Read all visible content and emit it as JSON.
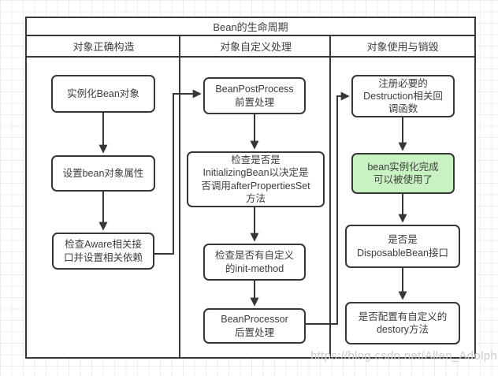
{
  "diagram": {
    "title": "Bean的生命周期",
    "headers": [
      "对象正确构造",
      "对象自定义处理",
      "对象使用与销毁"
    ],
    "nodes": {
      "instantiate_bean": "实例化Bean对象",
      "set_bean_properties": "设置bean对象属性",
      "check_aware": "检查Aware相关接\n口并设置相关依赖",
      "bean_post_process_before": "BeanPostProcess\n前置处理",
      "check_initializing_bean": "检查是否是\nInitializingBean以决定是\n否调用afterPropertiesSet\n方法",
      "check_init_method": "检查是否有自定义\n的init-method",
      "bean_processor_after": "BeanProcessor\n后置处理",
      "register_destruction_callbacks": "注册必要的\nDestruction相关回\n调函数",
      "bean_ready": "bean实例化完成\n可以被使用了",
      "check_disposable_bean": "是否是\nDisposableBean接口",
      "check_custom_destroy": "是否配置有自定义的\ndestory方法"
    },
    "colors": {
      "line": "#373737",
      "node_fill": "#ffffff",
      "highlight_fill": "#c8f2c1",
      "text": "#3d3d3d",
      "grid": "#ededed",
      "watermark": "#c9ced4"
    }
  },
  "watermark": "https://blog.csdn.net/Allen_Adolph"
}
